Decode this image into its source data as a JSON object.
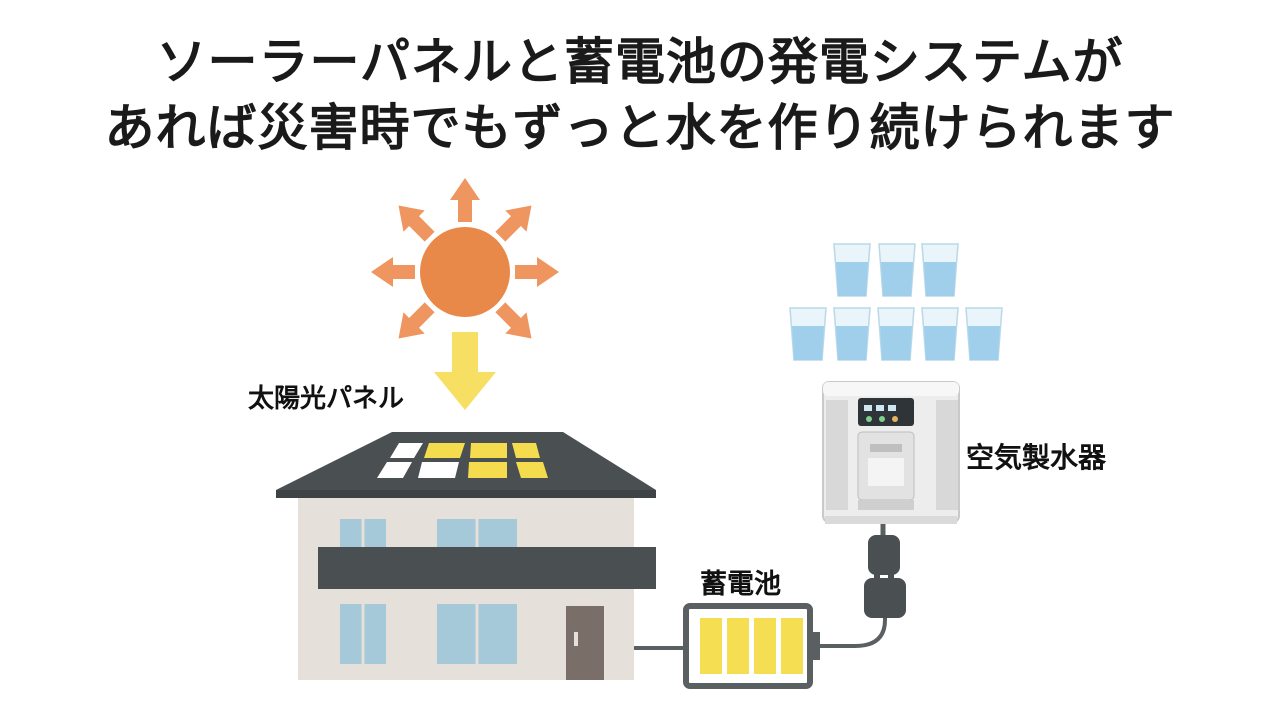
{
  "headline": {
    "line1": "ソーラーパネルと蓄電池の発電システムが",
    "line2": "あれば災害時でもずっと水を作り続けられます"
  },
  "labels": {
    "solar_panel": "太陽光パネル",
    "battery": "蓄電池",
    "water_maker": "空気製水器"
  },
  "icons": [
    "sun-icon",
    "sunlight-arrow-icon",
    "house-icon",
    "solar-panel-icon",
    "battery-icon",
    "water-maker-icon",
    "water-glass-icon",
    "power-plug-icon"
  ],
  "colors": {
    "sun": "#E8894A",
    "sun_rays": "#EF9560",
    "sunlight_arrow": "#F6DF62",
    "roof": "#4A4F52",
    "panel_yellow": "#F4DC4E",
    "wall": "#E5E0DA",
    "window": "#A6C9D9",
    "battery_cells": "#F5DE52",
    "cable": "#5A5F62"
  }
}
